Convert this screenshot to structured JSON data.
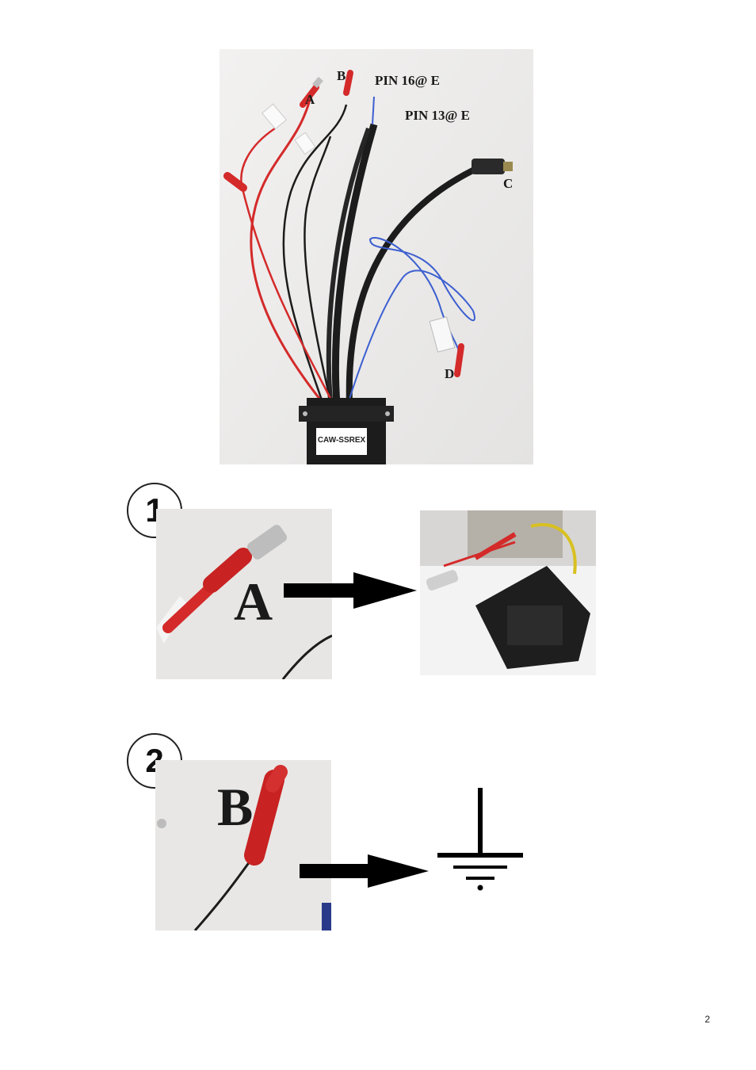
{
  "main_photo": {
    "labels": {
      "a": "A",
      "b": "B",
      "c": "C",
      "d": "D",
      "pin16": "PIN 16@ E",
      "pin13": "PIN 13@ E",
      "box": "CAW-SSREX"
    }
  },
  "steps": [
    {
      "number": "1",
      "label": "A"
    },
    {
      "number": "2",
      "label": "B"
    }
  ],
  "page_number": "2",
  "icons": {
    "arrow": "right-arrow-icon",
    "ground": "ground-symbol-icon"
  },
  "colors": {
    "wire_red": "#d42a2a",
    "wire_black": "#1c1c1c",
    "wire_blue": "#3d5fd0",
    "background_photo": "#eeeeec"
  }
}
